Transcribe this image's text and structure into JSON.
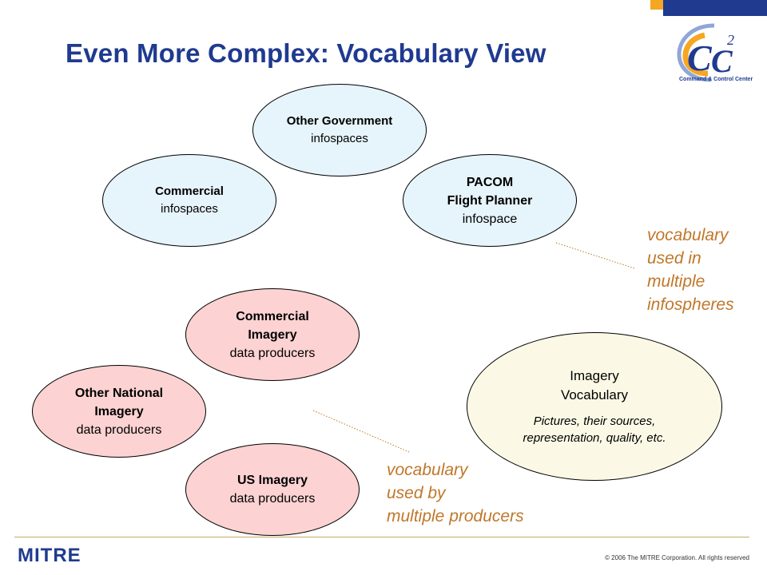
{
  "slide": {
    "title": "Even More Complex: Vocabulary View"
  },
  "logo": {
    "caption": "Command & Control Center"
  },
  "infospaces": [
    {
      "name": "Other Government",
      "sub": "infospaces"
    },
    {
      "name": "Commercial",
      "sub": "infospaces"
    },
    {
      "name_line1": "PACOM",
      "name_line2": "Flight Planner",
      "sub": "infospace"
    }
  ],
  "producers": [
    {
      "name_line1": "Commercial",
      "name_line2": "Imagery",
      "sub": "data producers"
    },
    {
      "name_line1": "Other National",
      "name_line2": "Imagery",
      "sub": "data producers"
    },
    {
      "name": "US Imagery",
      "sub": "data producers"
    }
  ],
  "vocabulary": {
    "line1": "Imagery",
    "line2": "Vocabulary",
    "note_line1": "Pictures, their sources,",
    "note_line2": "representation, quality, etc."
  },
  "annotations": {
    "infospheres": [
      "vocabulary",
      "used in",
      "multiple",
      "infospheres"
    ],
    "producers": [
      "vocabulary",
      "used by",
      "multiple producers"
    ]
  },
  "footer": {
    "org": "MITRE",
    "copyright": "© 2006 The MITRE Corporation.  All rights reserved"
  },
  "colors": {
    "title": "#1f3a8f",
    "infospace_fill": "#e6f4fb",
    "producer_fill": "#fcd2d2",
    "vocabulary_fill": "#fbf9e6",
    "annotation": "#c0772a"
  }
}
